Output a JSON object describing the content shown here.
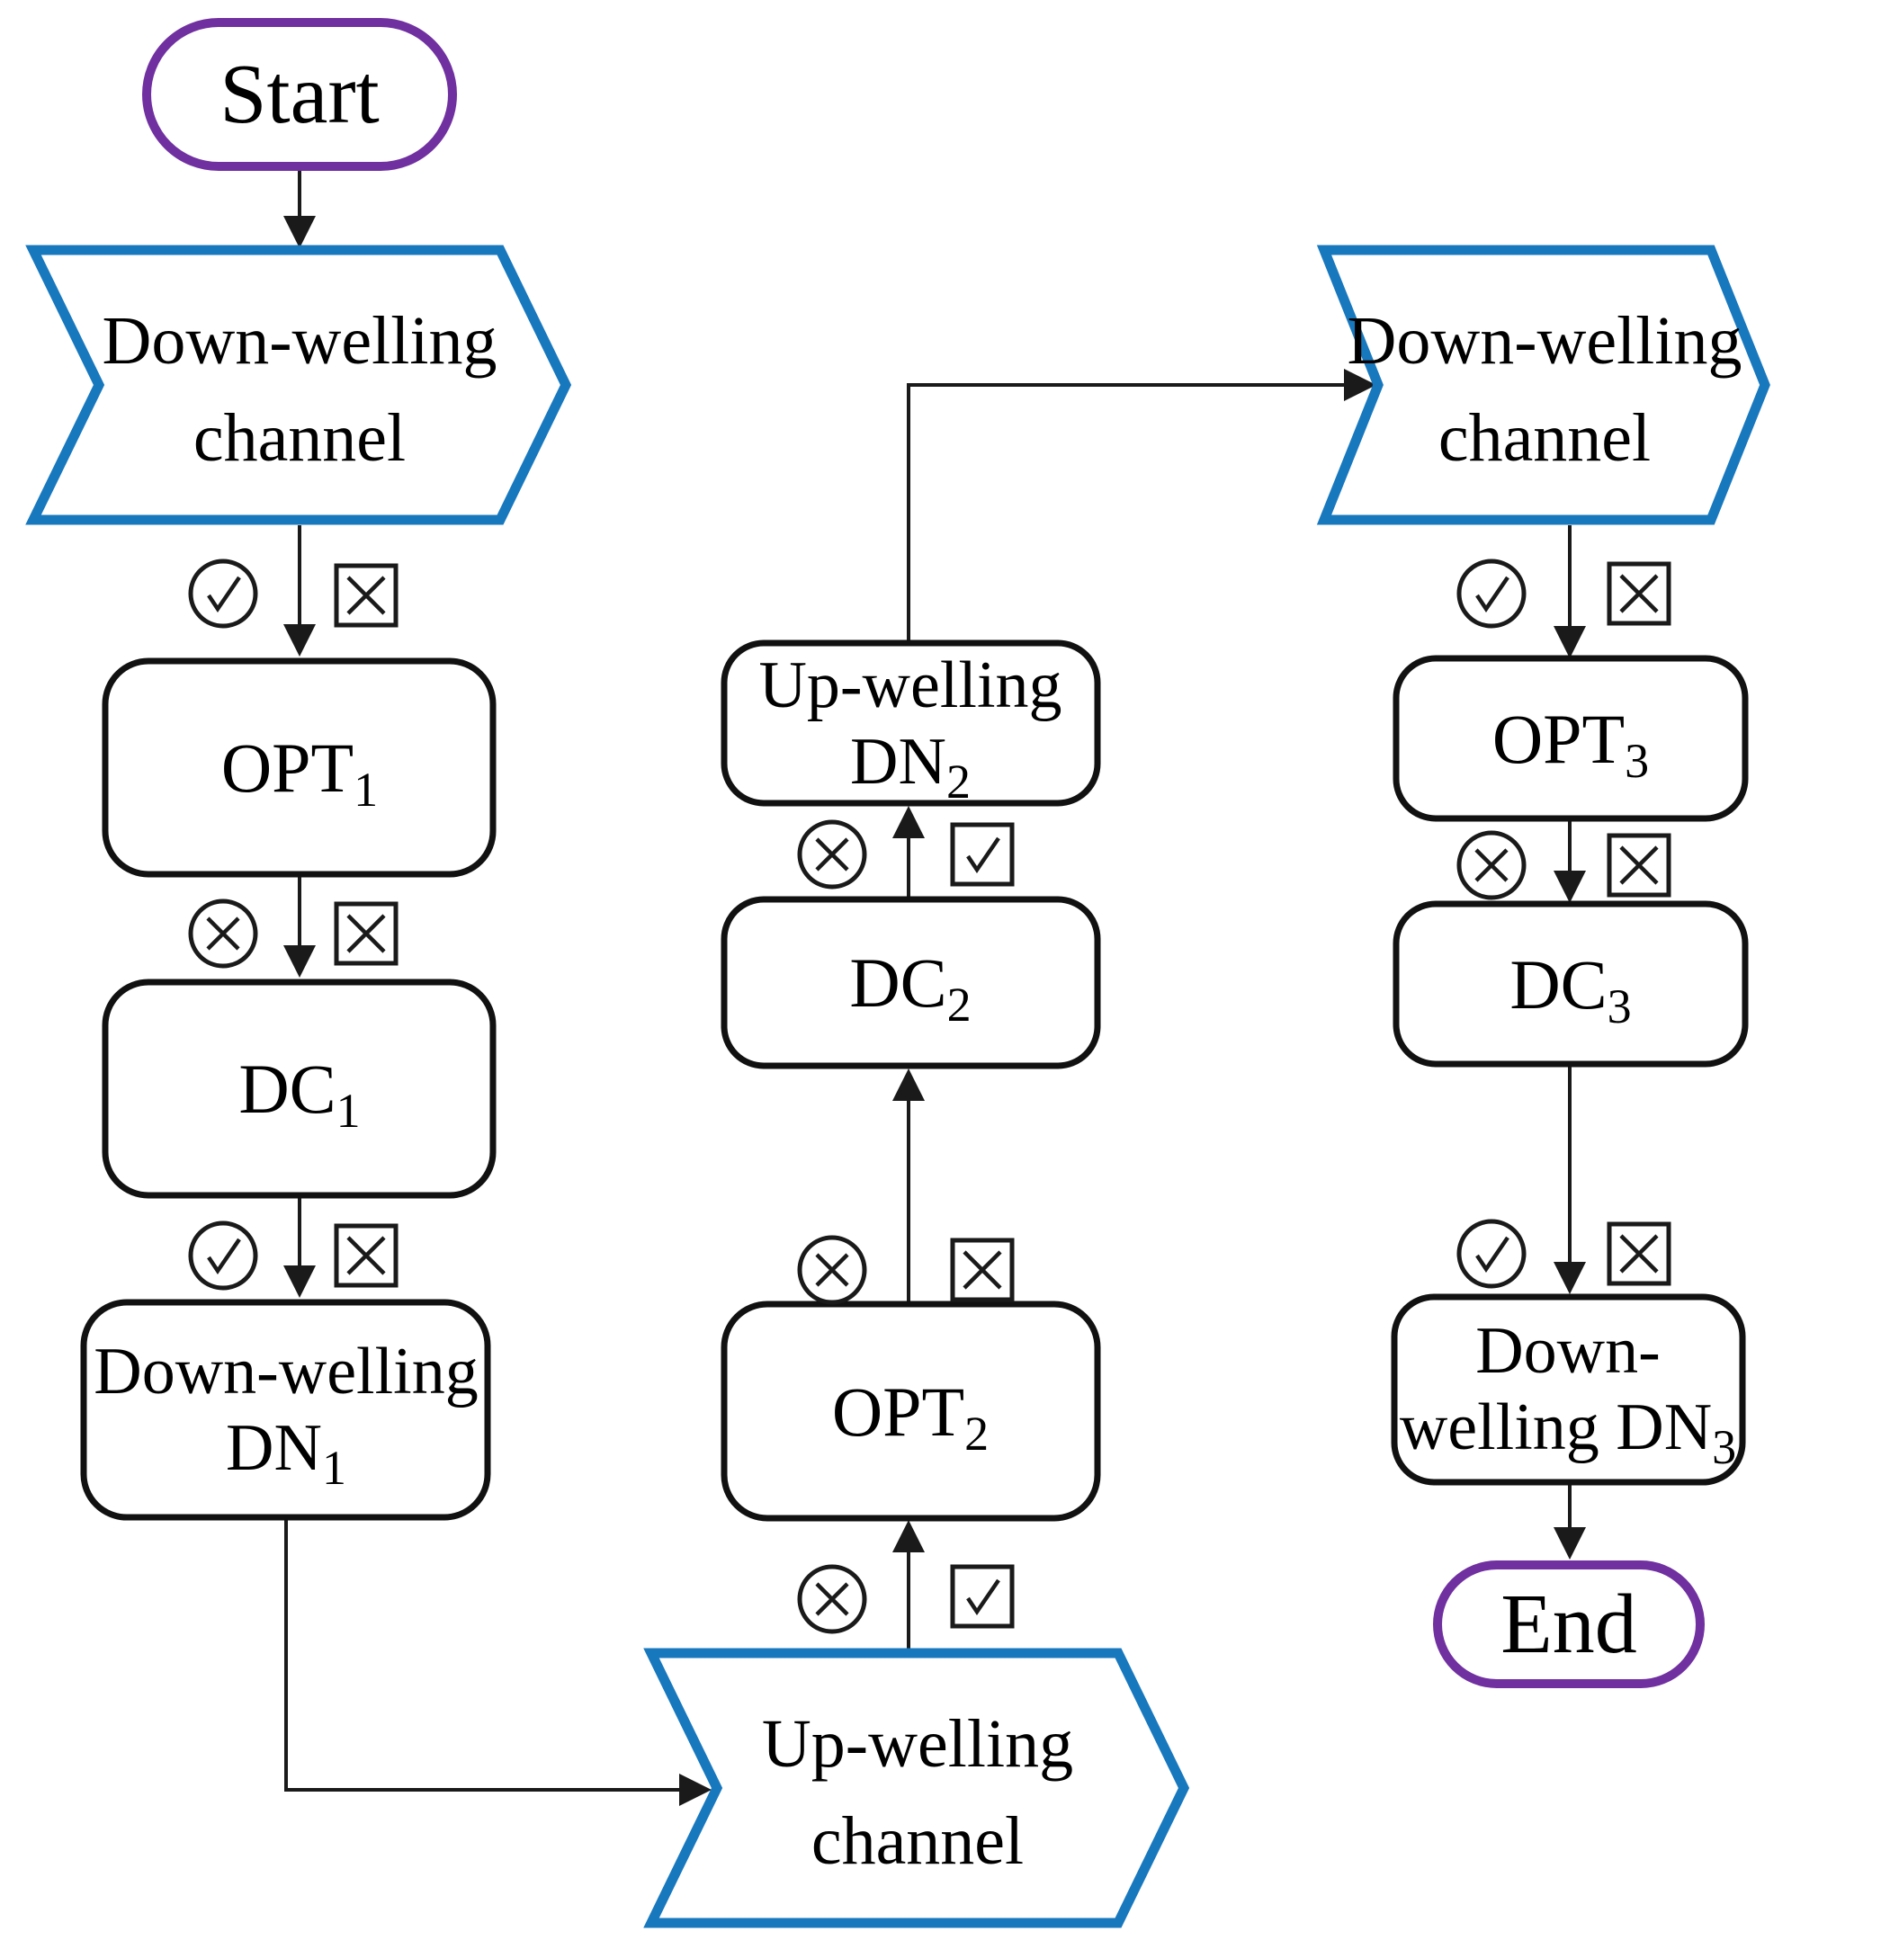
{
  "diagram": {
    "terminals": {
      "start_label": "Start",
      "end_label": "End"
    },
    "channels": {
      "down_channel_1": {
        "line1": "Down-welling",
        "line2": "channel"
      },
      "up_channel": {
        "line1": "Up-welling",
        "line2": "channel"
      },
      "down_channel_2": {
        "line1": "Down-welling",
        "line2": "channel"
      }
    },
    "boxes": {
      "opt1": {
        "name": "OPT",
        "sub": "1"
      },
      "dc1": {
        "name": "DC",
        "sub": "1"
      },
      "dn1": {
        "line1": "Down-welling",
        "line2": "DN",
        "sub": "1"
      },
      "opt2": {
        "name": "OPT",
        "sub": "2"
      },
      "dc2": {
        "name": "DC",
        "sub": "2"
      },
      "updn2": {
        "line1": "Up-welling",
        "line2": "DN",
        "sub": "2"
      },
      "opt3": {
        "name": "OPT",
        "sub": "3"
      },
      "dc3": {
        "name": "DC",
        "sub": "3"
      },
      "dn3": {
        "line1": "Down-",
        "line2": "welling DN",
        "sub": "3"
      }
    },
    "colors": {
      "channel_border": "#1878BE",
      "terminal_border": "#7030A0",
      "box_border": "#111111",
      "connector": "#1a1a1a"
    },
    "icons": {
      "circle_check": "checkmark-in-circle",
      "circle_cross": "cross-in-circle",
      "square_cross": "cross-in-square",
      "square_check": "checkmark-in-square"
    }
  }
}
